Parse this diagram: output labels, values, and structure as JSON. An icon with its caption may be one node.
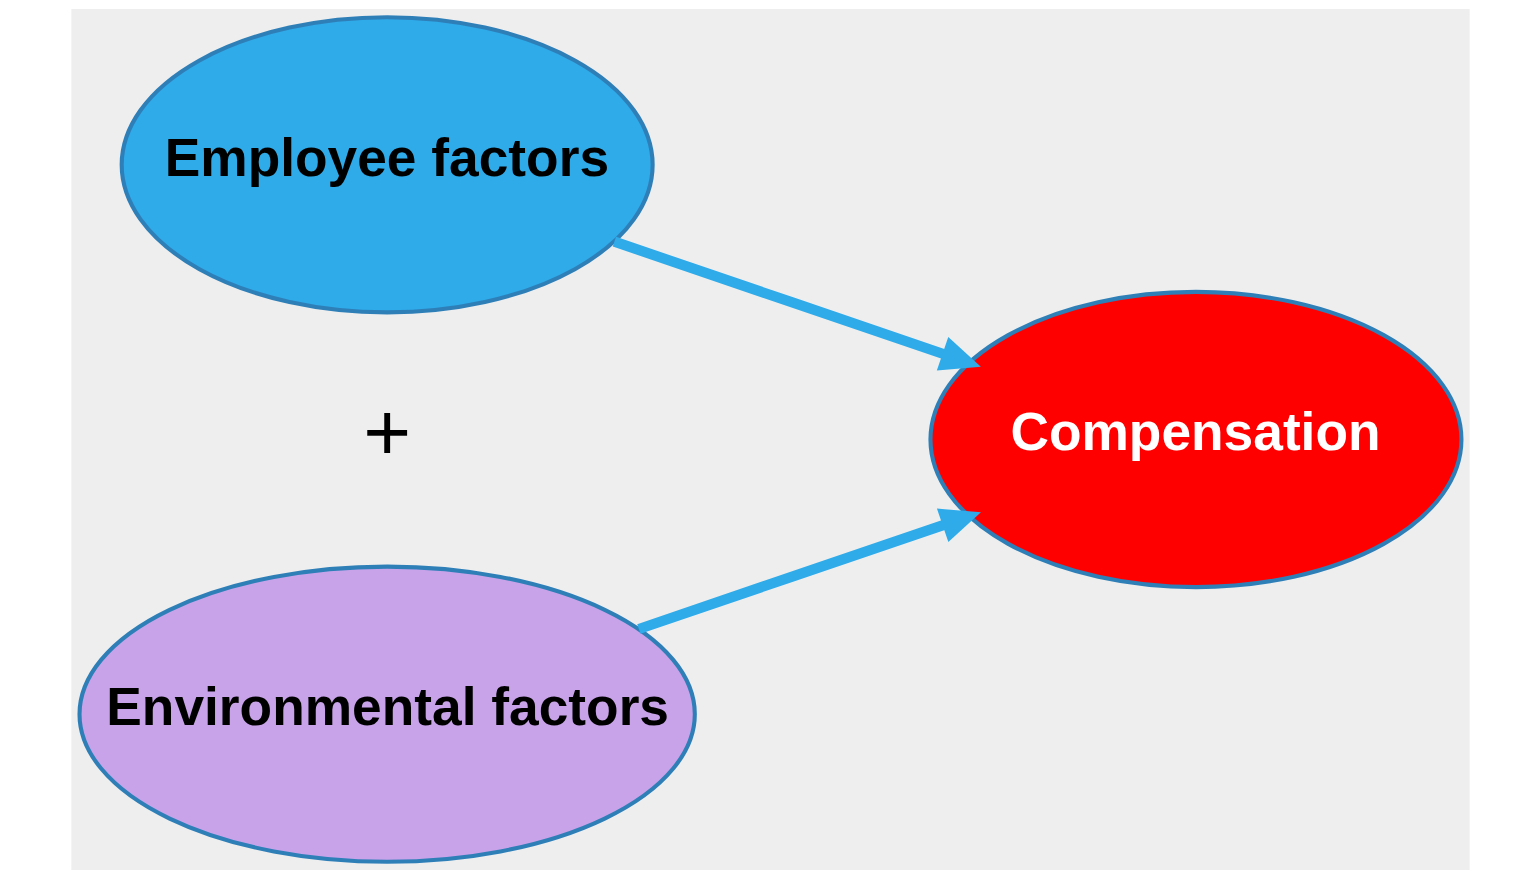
{
  "diagram": {
    "nodes": [
      {
        "text": [
          "Employee factors"
        ]
      },
      {
        "text": [
          "Environmental factors"
        ]
      },
      {
        "text": [
          "Compensation"
        ]
      }
    ],
    "edges": [
      {
        "from": 0,
        "to": 2,
        "arrow": "to"
      },
      {
        "from": 1,
        "to": 2,
        "arrow": "to"
      }
    ],
    "labels": [
      "+"
    ]
  }
}
